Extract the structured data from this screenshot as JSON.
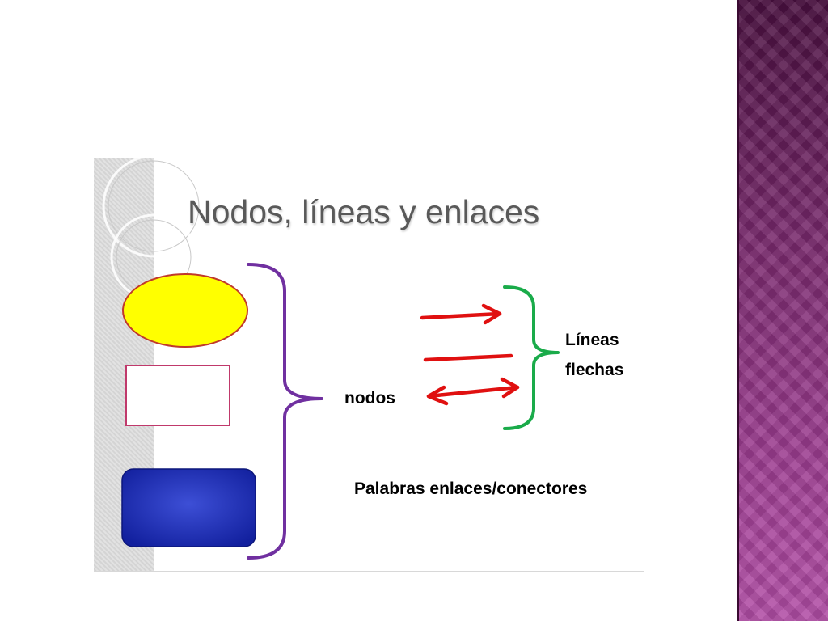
{
  "slide": {
    "title": "Nodos, líneas y enlaces",
    "labels": {
      "nodes": "nodos",
      "lines_line1": "Líneas",
      "lines_line2": "flechas",
      "linking_words": "Palabras enlaces/conectores"
    }
  },
  "icons": [
    "ellipse-node-shape",
    "rectangle-node-shape",
    "rounded-rectangle-node-shape",
    "arrow-right",
    "plain-line",
    "double-headed-arrow",
    "curly-brace"
  ],
  "colors": {
    "side_band": "#8a3380",
    "ellipse_fill": "#ffff00",
    "ellipse_stroke": "#c0392b",
    "rect_stroke": "#c0396b",
    "blue_box": "#1f2fb8",
    "arrows": "#e01010",
    "brace_nodes": "#7030a0",
    "brace_lines": "#1aab4a",
    "title_text": "#595959"
  }
}
